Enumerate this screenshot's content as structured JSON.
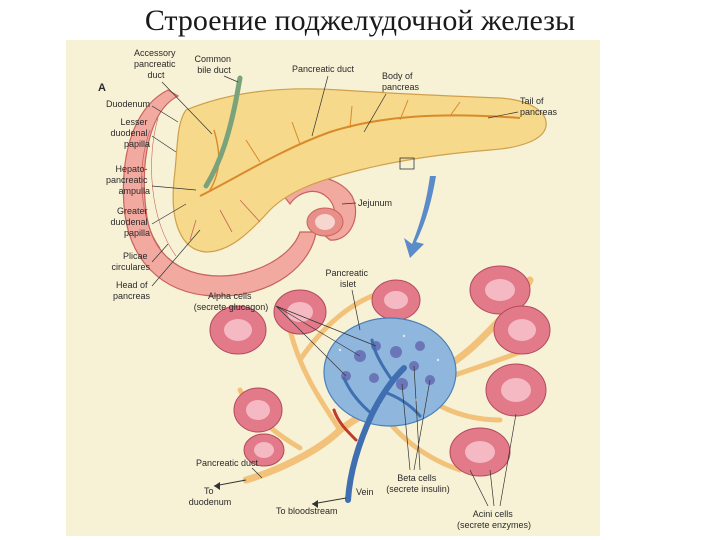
{
  "title": "Строение поджелудочной железы",
  "panel_letter": "A",
  "labels": {
    "accessory_duct": [
      "Accessory",
      "pancreatic",
      "duct"
    ],
    "common_bile_duct": [
      "Common",
      "bile duct"
    ],
    "pancreatic_duct": "Pancreatic duct",
    "body": [
      "Body of",
      "pancreas"
    ],
    "tail": [
      "Tail of",
      "pancreas"
    ],
    "duodenum": "Duodenum",
    "lesser_papilla": [
      "Lesser",
      "duodenal",
      "papilla"
    ],
    "hepato_ampulla": [
      "Hepato-",
      "pancreatic",
      "ampulla"
    ],
    "greater_papilla": [
      "Greater",
      "duodenal",
      "papilla"
    ],
    "jejunum": "Jejunum",
    "plicae": [
      "Plicae",
      "circulares"
    ],
    "head": [
      "Head of",
      "pancreas"
    ],
    "islet": [
      "Pancreatic",
      "islet"
    ],
    "alpha": [
      "Alpha cells",
      "(secrete glucagon)"
    ],
    "pancreatic_duct_2": "Pancreatic duct",
    "to_duodenum": [
      "To",
      "duodenum"
    ],
    "to_bloodstream": "To bloodstream",
    "vein": "Vein",
    "beta": [
      "Beta cells",
      "(secrete insulin)"
    ],
    "acini": [
      "Acini cells",
      "(secrete enzymes)"
    ]
  },
  "colors": {
    "plate": "#f7f2d6",
    "pancreas": "#f6d98a",
    "intestine": "#f1a9a0",
    "acinus": "#e27a8a",
    "islet": "#8fb6dc",
    "vessel": "#3f6fb0",
    "duct": "#f3c27a",
    "arrow": "#5b8bc8"
  }
}
